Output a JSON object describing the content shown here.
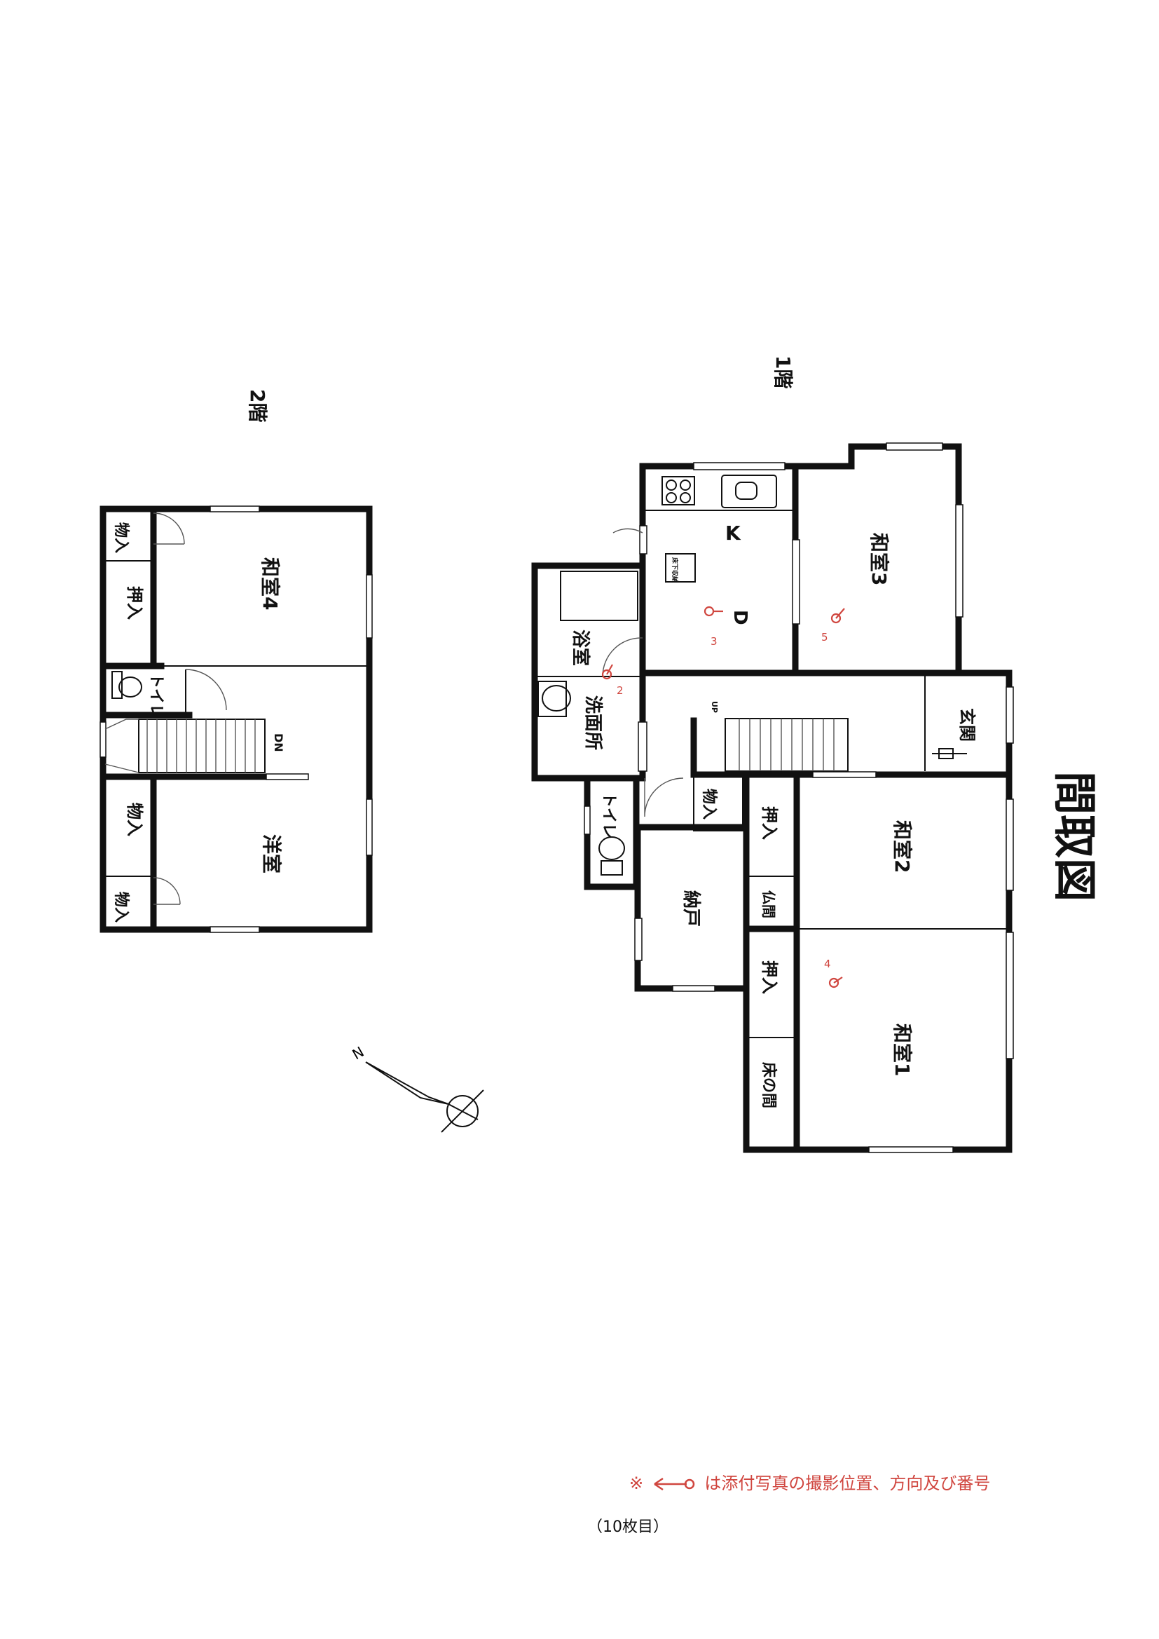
{
  "title": "間取図",
  "floor_labels": {
    "second": "2階",
    "first": "1階"
  },
  "rooms_2f": {
    "washitsu4": "和室4",
    "youshitsu": "洋室",
    "oshiire_top": "押入",
    "oshiire_bottom": "物入",
    "mono_top": "物入",
    "mono_bottom": "物入",
    "toilet": "トイレ",
    "stair_dn": "DN"
  },
  "rooms_1f": {
    "kitchen_k": "K",
    "kitchen_d": "D",
    "underfloor": "床下収納",
    "washitsu3": "和室3",
    "bath": "浴室",
    "senmen": "洗面所",
    "genkan": "玄関",
    "toilet": "トイレ",
    "mono": "物入",
    "nando": "納戸",
    "washitsu2": "和室2",
    "oshiire2": "押入",
    "butsuma": "仏間",
    "oshiire1": "押入",
    "tokonoma": "床の間",
    "washitsu1": "和室1",
    "stair_up": "UP"
  },
  "compass": {
    "north": "N"
  },
  "photo_markers": [
    "2",
    "3",
    "4",
    "5"
  ],
  "legend_note": {
    "prefix": "※",
    "text": "は添付写真の撮影位置、方向及び番号"
  },
  "page_number": "（10枚目）",
  "colors": {
    "annotation": "#d0463f",
    "ink": "#111111"
  }
}
